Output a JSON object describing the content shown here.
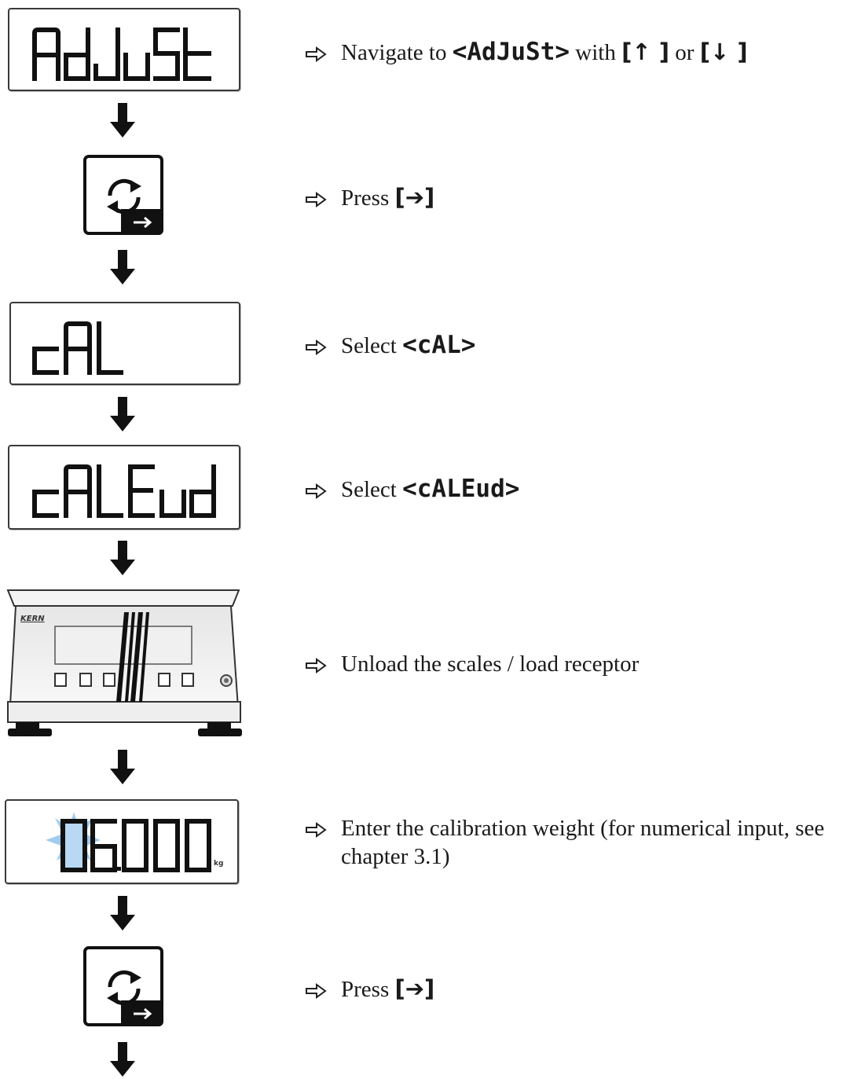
{
  "displays": {
    "adjust": "AdJuSt",
    "cal": "cAL",
    "caleud": "cALEud",
    "weight": "06.000",
    "weight_unit": "kg"
  },
  "scale_brand": "KERN",
  "steps": [
    {
      "text_before": "Navigate to ",
      "code": "<AdJuSt>",
      "text_mid": " with ",
      "key1": "[↑ ]",
      "text_or": " or ",
      "key2": "[↓ ]"
    },
    {
      "text_before": "Press ",
      "key": "[➔]"
    },
    {
      "text_before": "Select ",
      "code": "<cAL>"
    },
    {
      "text_before": "Select ",
      "code": "<cALEud>"
    },
    {
      "text": "Unload the scales / load receptor"
    },
    {
      "text_line1": "Enter the calibration weight (for numerical input, see",
      "text_line2": "chapter 3.1)"
    },
    {
      "text_before": "Press ",
      "key": "[➔]"
    }
  ]
}
